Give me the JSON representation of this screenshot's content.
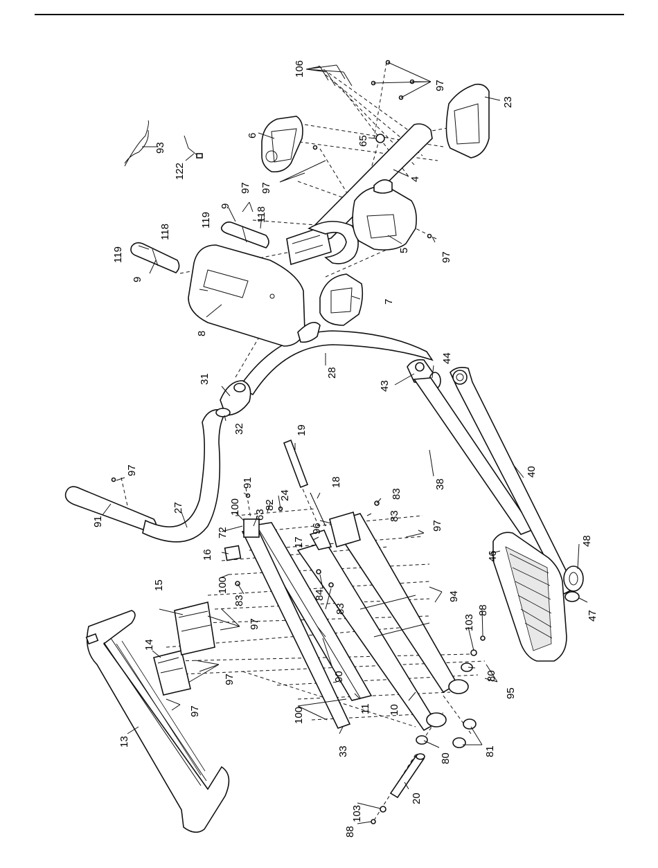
{
  "diagram": {
    "callouts": [
      {
        "id": "c106",
        "label": "106"
      },
      {
        "id": "c97a",
        "label": "97"
      },
      {
        "id": "c23",
        "label": "23"
      },
      {
        "id": "c6",
        "label": "6"
      },
      {
        "id": "c65",
        "label": "65"
      },
      {
        "id": "c93",
        "label": "93"
      },
      {
        "id": "c122",
        "label": "122"
      },
      {
        "id": "c4",
        "label": "4"
      },
      {
        "id": "c97b",
        "label": "97"
      },
      {
        "id": "c97c",
        "label": "97"
      },
      {
        "id": "c119a",
        "label": "119"
      },
      {
        "id": "c9a",
        "label": "9"
      },
      {
        "id": "c118a",
        "label": "118"
      },
      {
        "id": "c119b",
        "label": "119"
      },
      {
        "id": "c118b",
        "label": "118"
      },
      {
        "id": "c9b",
        "label": "9"
      },
      {
        "id": "c5",
        "label": "5"
      },
      {
        "id": "c97d",
        "label": "97"
      },
      {
        "id": "c7",
        "label": "7"
      },
      {
        "id": "c8",
        "label": "8"
      },
      {
        "id": "c28",
        "label": "28"
      },
      {
        "id": "c44",
        "label": "44"
      },
      {
        "id": "c43",
        "label": "43"
      },
      {
        "id": "c31",
        "label": "31"
      },
      {
        "id": "c32",
        "label": "32"
      },
      {
        "id": "c19",
        "label": "19"
      },
      {
        "id": "c97e",
        "label": "97"
      },
      {
        "id": "c91a",
        "label": "91"
      },
      {
        "id": "c18",
        "label": "18"
      },
      {
        "id": "c83a",
        "label": "83"
      },
      {
        "id": "c38",
        "label": "38"
      },
      {
        "id": "c40",
        "label": "40"
      },
      {
        "id": "c82",
        "label": "82"
      },
      {
        "id": "c27",
        "label": "27"
      },
      {
        "id": "c100a",
        "label": "100"
      },
      {
        "id": "c63",
        "label": "63"
      },
      {
        "id": "c24",
        "label": "24"
      },
      {
        "id": "c91b",
        "label": "91"
      },
      {
        "id": "c72",
        "label": "72"
      },
      {
        "id": "c96",
        "label": "96"
      },
      {
        "id": "c83b",
        "label": "83"
      },
      {
        "id": "c97f",
        "label": "97"
      },
      {
        "id": "c16",
        "label": "16"
      },
      {
        "id": "c17",
        "label": "17"
      },
      {
        "id": "c48",
        "label": "48"
      },
      {
        "id": "c46",
        "label": "46"
      },
      {
        "id": "c100b",
        "label": "100"
      },
      {
        "id": "c15",
        "label": "15"
      },
      {
        "id": "c83c",
        "label": "83"
      },
      {
        "id": "c84",
        "label": "84"
      },
      {
        "id": "c83d",
        "label": "83"
      },
      {
        "id": "c94",
        "label": "94"
      },
      {
        "id": "c97g",
        "label": "97"
      },
      {
        "id": "c47",
        "label": "47"
      },
      {
        "id": "c88a",
        "label": "88"
      },
      {
        "id": "c14",
        "label": "14"
      },
      {
        "id": "c103a",
        "label": "103"
      },
      {
        "id": "c97h",
        "label": "97"
      },
      {
        "id": "c80a",
        "label": "80"
      },
      {
        "id": "c90",
        "label": "90"
      },
      {
        "id": "c95",
        "label": "95"
      },
      {
        "id": "c97i",
        "label": "97"
      },
      {
        "id": "c11",
        "label": "11"
      },
      {
        "id": "c10",
        "label": "10"
      },
      {
        "id": "c100c",
        "label": "100"
      },
      {
        "id": "c13",
        "label": "13"
      },
      {
        "id": "c33",
        "label": "33"
      },
      {
        "id": "c80b",
        "label": "80"
      },
      {
        "id": "c81",
        "label": "81"
      },
      {
        "id": "c20",
        "label": "20"
      },
      {
        "id": "c103b",
        "label": "103"
      },
      {
        "id": "c88b",
        "label": "88"
      }
    ]
  }
}
